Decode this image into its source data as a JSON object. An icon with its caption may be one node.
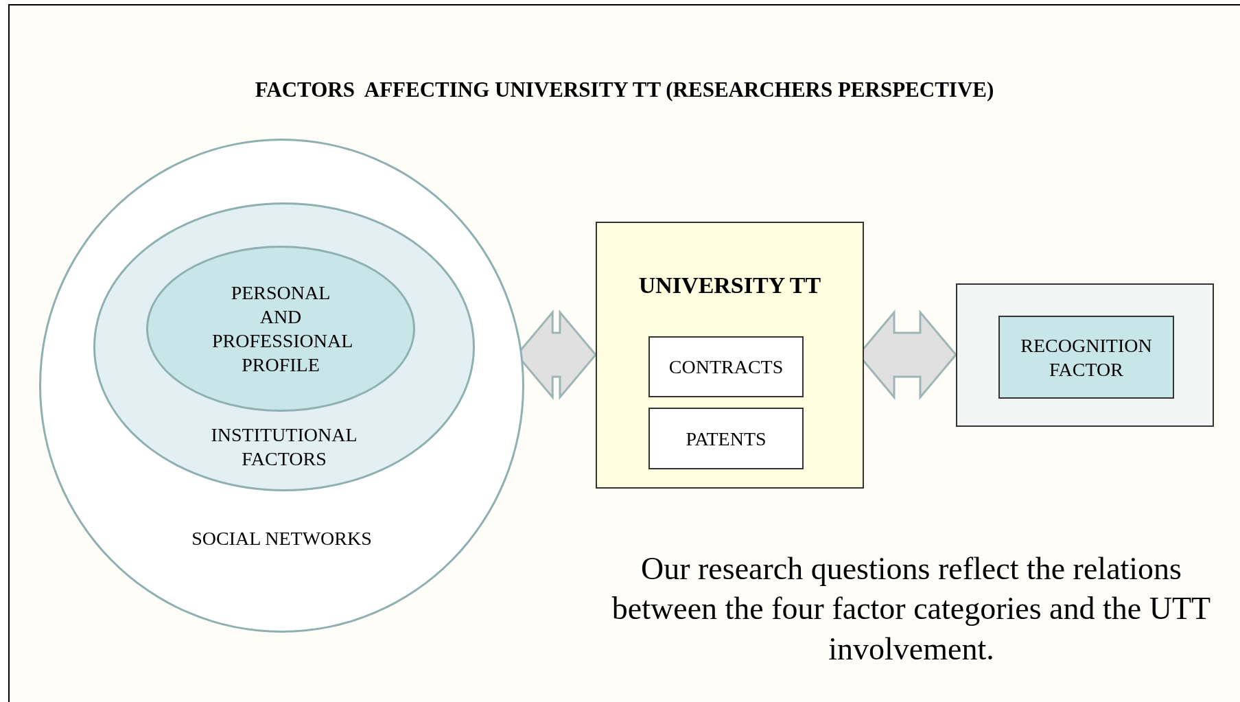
{
  "diagram": {
    "title": "FACTORS  AFFECTING UNIVERSITY TT (RESEARCHERS PERSPECTIVE)",
    "nodes": [
      {
        "text": [
          "SOCIAL  NETWORKS"
        ]
      },
      {
        "text": [
          "INSTITUTIONAL FACTORS"
        ],
        "in": 0
      },
      {
        "text": [
          "PERSONAL AND PROFESSIONAL PROFILE"
        ],
        "in": 1
      },
      {
        "text": [
          "UNIVERSITY TT"
        ]
      },
      {
        "text": [
          "CONTRACTS"
        ],
        "in": 3
      },
      {
        "text": [
          "PATENTS"
        ],
        "in": 3
      },
      {
        "text": [],
        "shape": "box"
      },
      {
        "text": [
          "RECOGNITION FACTOR"
        ],
        "in": 6
      }
    ],
    "edges": [
      {
        "from": 0,
        "to": 3,
        "arrow": "both"
      },
      {
        "from": 3,
        "to": 6,
        "arrow": "both"
      }
    ],
    "caption": "Our research questions reflect the relations between the four factor categories and the UTT involvement."
  }
}
